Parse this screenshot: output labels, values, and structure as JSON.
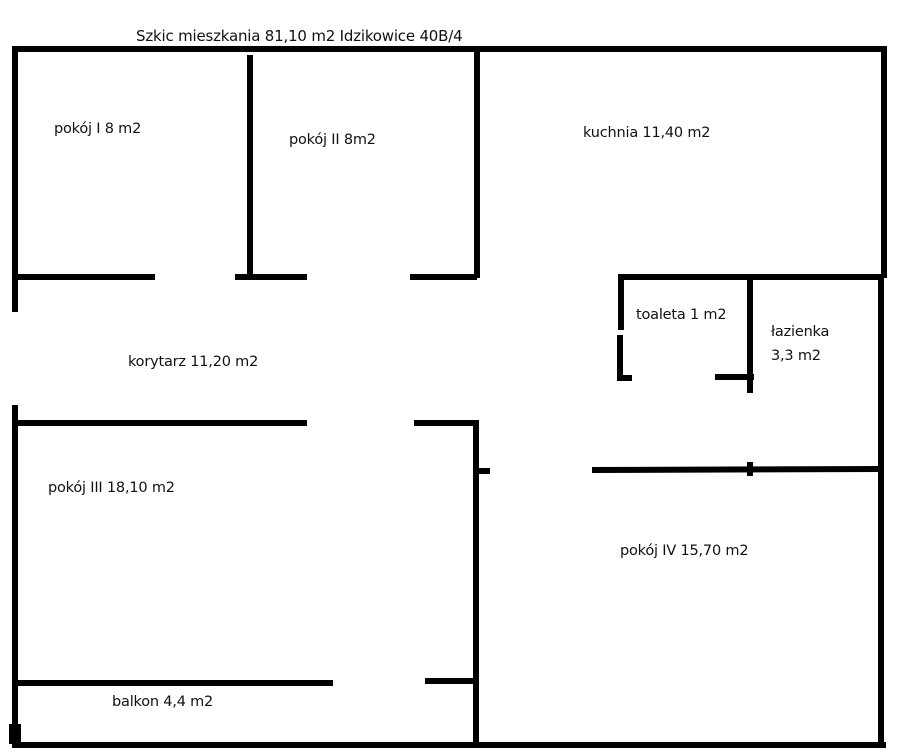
{
  "title": "Szkic mieszkania 81,10 m2 Idzikowice 40B/4",
  "colors": {
    "wall": "#000000",
    "background": "#ffffff",
    "text": "#111111"
  },
  "rooms": {
    "pokoj_1": {
      "name": "pokój I",
      "area": "8 m2",
      "label": "pokój I 8 m2"
    },
    "pokoj_2": {
      "name": "pokój II",
      "area": "8m2",
      "label": "pokój II 8m2"
    },
    "kuchnia": {
      "name": "kuchnia",
      "area": "11,40 m2",
      "label": "kuchnia 11,40 m2"
    },
    "toaleta": {
      "name": "toaleta",
      "area": "1 m2",
      "label": "toaleta 1 m2"
    },
    "lazienka": {
      "name": "łazienka",
      "area": "3,3 m2",
      "label": "łazienka\n3,3 m2"
    },
    "korytarz": {
      "name": "korytarz",
      "area": "11,20 m2",
      "label": "korytarz  11,20 m2"
    },
    "pokoj_3": {
      "name": "pokój III",
      "area": "18,10 m2",
      "label": "pokój III  18,10 m2"
    },
    "pokoj_4": {
      "name": "pokój IV",
      "area": "15,70 m2",
      "label": "pokój IV  15,70 m2"
    },
    "balkon": {
      "name": "balkon",
      "area": "4,4 m2",
      "label": "balkon 4,4 m2"
    }
  }
}
